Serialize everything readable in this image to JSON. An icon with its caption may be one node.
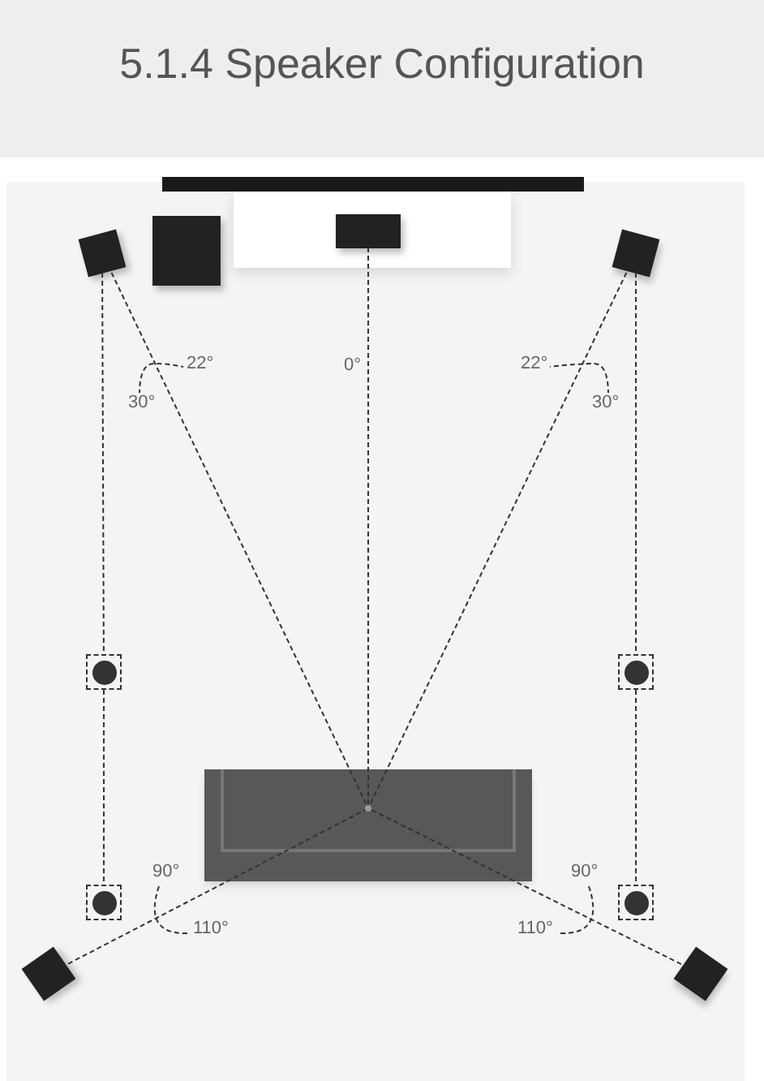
{
  "diagram": {
    "title": "5.1.4 Speaker Configuration",
    "nodes": [
      {
        "text": [],
        "shape": "box"
      },
      {
        "text": [],
        "shape": "box"
      },
      {
        "text": [],
        "shape": "box"
      },
      {
        "text": [],
        "shape": "circle"
      },
      {
        "text": [],
        "shape": "circle"
      },
      {
        "text": [],
        "shape": "box"
      },
      {
        "text": [],
        "shape": "circle",
        "in": 5
      },
      {
        "text": [],
        "shape": "circle"
      },
      {
        "text": [],
        "shape": "circle"
      },
      {
        "text": [],
        "shape": "box"
      },
      {
        "text": [],
        "shape": "box"
      }
    ],
    "edges": [
      {
        "from": 0,
        "to": 6,
        "arrow": "none",
        "style": "dashed"
      },
      {
        "from": 1,
        "to": 6,
        "arrow": "none",
        "style": "dashed"
      },
      {
        "from": 2,
        "to": 6,
        "arrow": "none",
        "style": "dashed"
      },
      {
        "from": 9,
        "to": 6,
        "arrow": "none",
        "style": "dashed"
      },
      {
        "from": 10,
        "to": 6,
        "arrow": "none",
        "style": "dashed"
      },
      {
        "from": 0,
        "to": 3,
        "arrow": "none",
        "style": "dashed"
      },
      {
        "from": 3,
        "to": 7,
        "arrow": "none",
        "style": "dashed"
      },
      {
        "from": 2,
        "to": 4,
        "arrow": "none",
        "style": "dashed"
      },
      {
        "from": 4,
        "to": 8,
        "arrow": "none",
        "style": "dashed"
      }
    ],
    "labels": [
      "22°",
      "30°",
      "0°",
      "22°",
      "30°",
      "90°",
      "110°",
      "90°",
      "110°"
    ]
  }
}
